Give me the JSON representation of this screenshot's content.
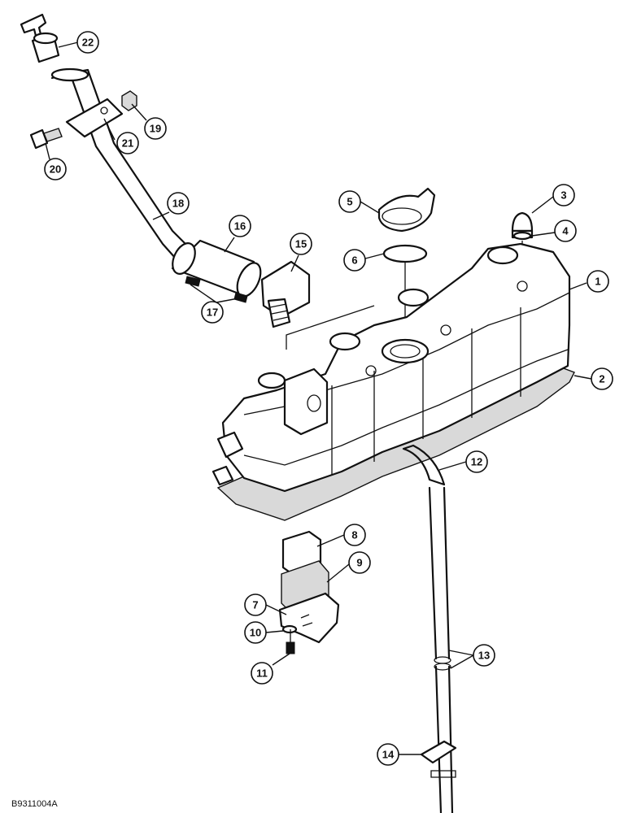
{
  "figure_code": "B9311004A",
  "callouts": [
    "1",
    "2",
    "3",
    "4",
    "5",
    "6",
    "7",
    "8",
    "9",
    "10",
    "11",
    "12",
    "13",
    "14",
    "15",
    "16",
    "17",
    "18",
    "19",
    "20",
    "21",
    "22"
  ]
}
